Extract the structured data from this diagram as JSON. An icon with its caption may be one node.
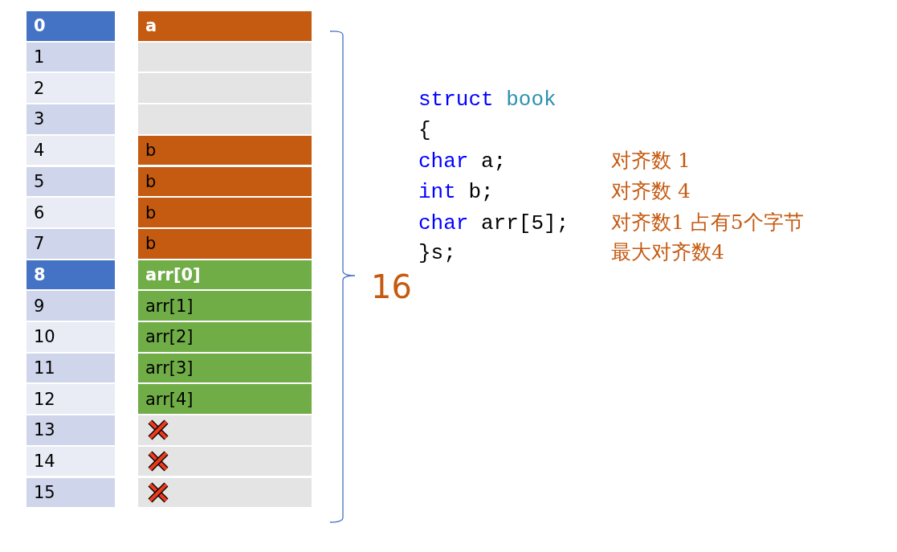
{
  "diagram": {
    "nodes": [
      {
        "text": [
          "0"
        ]
      },
      {
        "text": [
          "1"
        ]
      },
      {
        "text": [
          "2"
        ]
      },
      {
        "text": [
          "3"
        ]
      },
      {
        "text": [
          "4"
        ]
      },
      {
        "text": [
          "5"
        ]
      },
      {
        "text": [
          "6"
        ]
      },
      {
        "text": [
          "7"
        ]
      },
      {
        "text": [
          "8"
        ]
      },
      {
        "text": [
          "9"
        ]
      },
      {
        "text": [
          "10"
        ]
      },
      {
        "text": [
          "11"
        ]
      },
      {
        "text": [
          "12"
        ]
      },
      {
        "text": [
          "13"
        ]
      },
      {
        "text": [
          "14"
        ]
      },
      {
        "text": [
          "15"
        ]
      },
      {
        "text": [
          "a"
        ]
      },
      {
        "text": [],
        "shape": "box"
      },
      {
        "text": [],
        "shape": "box"
      },
      {
        "text": [],
        "shape": "box"
      },
      {
        "text": [
          "b"
        ]
      },
      {
        "text": [
          "b"
        ]
      },
      {
        "text": [
          "b"
        ]
      },
      {
        "text": [
          "b"
        ]
      },
      {
        "text": [
          "arr[0]"
        ]
      },
      {
        "text": [
          "arr[1]"
        ]
      },
      {
        "text": [
          "arr[2]"
        ]
      },
      {
        "text": [
          "arr[3]"
        ]
      },
      {
        "text": [
          "arr[4]"
        ]
      },
      {
        "text": [],
        "shape": "box"
      },
      {
        "text": [],
        "shape": "box"
      },
      {
        "text": [],
        "shape": "box"
      }
    ],
    "labels": [
      "struct book",
      "{",
      "char a;",
      "对齐数 1",
      "int b;",
      "对齐数 4",
      "char arr[5];",
      "对齐数1 占有5个字节",
      "}s;",
      "最大对齐数4",
      "16"
    ]
  }
}
